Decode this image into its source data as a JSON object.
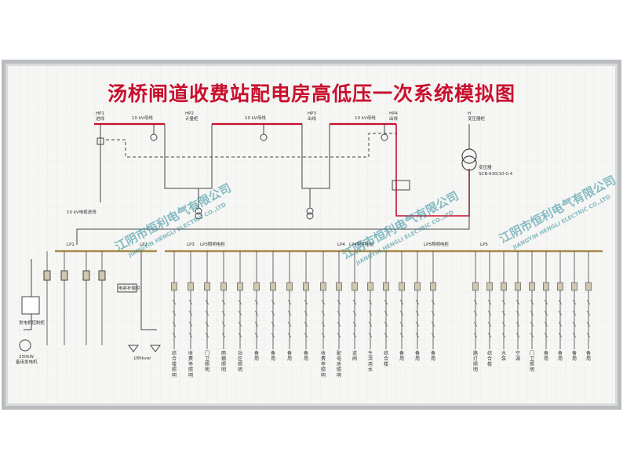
{
  "title": "汤桥闸道收费站配电房高低压一次系统模拟图",
  "colors": {
    "frame": "#b9bcbf",
    "board": "#f6f6f4",
    "grid": "#e3e3e3",
    "highvolt": "#c8102e",
    "lowvolt": "#a68a4a",
    "line": "#444444",
    "watermark": "#2a8a9a"
  },
  "top": {
    "panels": [
      "HP1",
      "HP2",
      "HP3",
      "HP4",
      "H"
    ],
    "panel_names": [
      "进线",
      "计量柜",
      "出线",
      "出线",
      "变压器柜"
    ],
    "bus_labels": [
      "10 kV母线",
      "10 kV母线",
      "10 kV母线"
    ],
    "transformer_label": "SCB-630/10-0.4",
    "transformer_name": "变压器",
    "incoming_label": "10 kV电缆进线"
  },
  "low": {
    "panels": [
      "LP1",
      "LP2",
      "LP3",
      "LP4",
      "LP5"
    ],
    "bus_labels": [
      "LP3照明电柜",
      "LP4照明电柜",
      "LP5照明电柜"
    ],
    "capacitor_label": "电容补偿柜",
    "capacitor_rating": "180kvar",
    "generator_label": "备用发电机",
    "generator_rating": "250kW",
    "generator_panel": "发电机控制柜"
  },
  "feeders_a": [
    "综合楼照明",
    "收费亭照明",
    "门卫照明",
    "雨棚照明",
    "站区照明",
    "备用",
    "备用",
    "备用",
    "备用"
  ],
  "feeders_b": [
    "收费亭照明",
    "配电房照明",
    "道闸",
    "生活用水",
    "综合楼",
    "备用",
    "备用",
    "备用"
  ],
  "feeders_c": [
    "路灯照明",
    "综合楼",
    "水泵",
    "空调",
    "门卫照明",
    "备用",
    "备用",
    "备用",
    "备用"
  ],
  "watermarks": [
    {
      "name": "江阴市恒利电气有限公司",
      "en": "JIANGYIN HENGLI ELECTRIC CO.,LTD"
    },
    {
      "name": "江阴市恒利电气有限公司",
      "en": "JIANGYIN HENGLI ELECTRIC CO.,LTD"
    },
    {
      "name": "江阴市恒利电气有限公司",
      "en": "JIANGYIN HENGLI ELECTRIC CO.,LTD"
    }
  ]
}
